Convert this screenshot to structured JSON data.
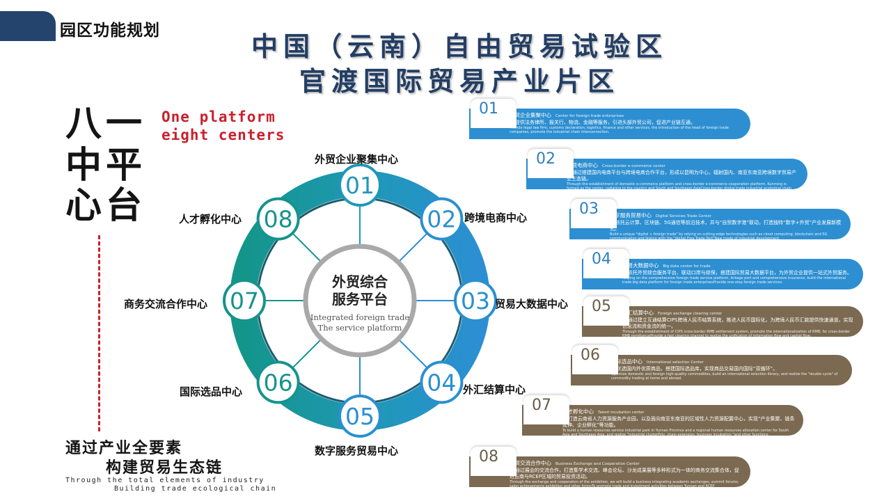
{
  "header": {
    "section_label": "园区功能规划"
  },
  "title": {
    "line1": "中国（云南）自由贸易试验区",
    "line2": "官渡国际贸易产业片区"
  },
  "slogan": {
    "chars": [
      "八",
      "一",
      "中",
      "平",
      "心",
      "台"
    ],
    "en_line1": "One platform",
    "en_line2": "eight centers"
  },
  "bottom": {
    "cn_line1": "通过产业全要素",
    "cn_line2": "构建贸易生态链",
    "en_line1": "Through the total elements of industry",
    "en_line2": "Building trade ecological chain"
  },
  "hub": {
    "cn_line1": "外贸综合",
    "cn_line2": "服务平台",
    "en_line1": "Integrated foreign trade",
    "en_line2": "The service platform"
  },
  "nodes": [
    {
      "num": "01",
      "label": "外贸企业聚集中心"
    },
    {
      "num": "02",
      "label": "跨境电商中心"
    },
    {
      "num": "03",
      "label": "贸易大数据中心"
    },
    {
      "num": "04",
      "label": "外汇结算中心"
    },
    {
      "num": "05",
      "label": "数字服务贸易中心"
    },
    {
      "num": "06",
      "label": "国际选品中心"
    },
    {
      "num": "07",
      "label": "商务交流合作中心"
    },
    {
      "num": "08",
      "label": "人才孵化中心"
    }
  ],
  "cards": [
    {
      "num": "01",
      "title": "外贸企业集聚中心",
      "title_en": "Center for foreign trade enterprises",
      "cn": "提供法务律所、报关行、物流、金融等服务，引进头部外贸公司，促进产业链互通。",
      "en": "Provide legal law firm, customs declaration, logistics, finance and other services, the introduction of the head of foreign trade companies, promote the industrial chain interconnection."
    },
    {
      "num": "02",
      "title": "跨境电商中心",
      "title_en": "Cross-border e-commerce center",
      "cn": "通过搭建国内电商平台与跨境电商合作平台，形成以昆明为中心，辐射国内、南亚东南亚跨境数字贸易产业生态链。",
      "en": "Through the establishment of domestic e-commerce platform and cross-border e-commerce cooperation platform, Kunming is formed as the center, radiating to the country and South and Southeast AsiaCross-border digital trade industrial ecological chain"
    },
    {
      "num": "03",
      "title": "数字服务贸易中心",
      "title_en": "Digital Services Trade Center",
      "cn": "依托云计算、区块链、5G通信等前沿技术，并与“自贸数字港”联动，打造独特“数字+外贸”产业发展新模式。",
      "en": "Build a unique \"digital + foreign trade\" by relying on cutting-edge technologies such as cloud computing, blockchain and 5G communication and linking with the \"digital Free Trade Port\"New mode of industrial development."
    },
    {
      "num": "04",
      "title": "贸易大数据中心",
      "title_en": "Big data center for trade",
      "cn": "依托外贸综合服务平台、联动口岸与综保，搭建国际贸易大数据平台，为外贸企业提供一站式外贸服务。",
      "en": "Relying on the comprehensive foreign trade service platform, linkage port and comprehensive insurance, build the international trade big data platform for foreign trade enterprisesProvide one-stop foreign trade services."
    },
    {
      "num": "05",
      "title": "外汇结算中心",
      "title_en": "Foreign exchange clearing center",
      "cn": "通过建立互通结算CIPS跨境人民币结算系统，推进人民币国际化，为跨境人民币汇款提供快速通道，实现信息流和资金流的统一。",
      "en": "Through the establishment of CIPS cross-border RMB settlement system, promote the internationalization of RMB, for cross-border RMB remittanceProvide a fast clearing channel to realize the unification of information flow and capital flow."
    },
    {
      "num": "06",
      "title": "国际选品中心",
      "title_en": "International selection Center",
      "cn": "优选国内外优质商品，搭建国际选品库，实现商品交易国内国际“双循环”。",
      "en": "Optimize domestic and foreign high-quality commodities, build an international selection library, and realize the \"double cycle\" of commodity trading at home and abroad."
    },
    {
      "num": "07",
      "title": "人才孵化中心",
      "title_en": "Talent incubation center",
      "cn": "打造云南省人力资源服务产业园，以及面向南亚东南亚的区域性人力资源配置中心，实现“产业集聚、链条延伸、企业孵化”等功能。",
      "en": "To build a human resources service industrial park in Yunnan Province and a regional human resources allocation center for South Asia and Southeast Asia, and realize \"industrial clusterPoly, chain extension, business incubation \"and other functions"
    },
    {
      "num": "08",
      "title": "商贸交流合作中心",
      "title_en": "Business Exchange and Cooperation Center",
      "cn": "通过展会的交流合作，打造集学术交流、峰会论坛、沙龙成果展等多种形式为一体的商务交流集合体，促进云南与RCEP区域的贸易投资活动。",
      "en": "Through the exchange and cooperation of the exhibition, we will build a business integrating academic exchanges, summit forums, salon achievements exhibition and other formsTo promote trade and investment activities between Yunnan and RCEP"
    }
  ],
  "colors": {
    "navy": "#24446e",
    "title_navy": "#233e64",
    "red": "#c9202c",
    "teal": "#16938c",
    "blue": "#2a8fd0",
    "card_blue": "#2d8fd1",
    "card_brown": "#7b6a51",
    "hub_gray": "#a9a9a9"
  }
}
